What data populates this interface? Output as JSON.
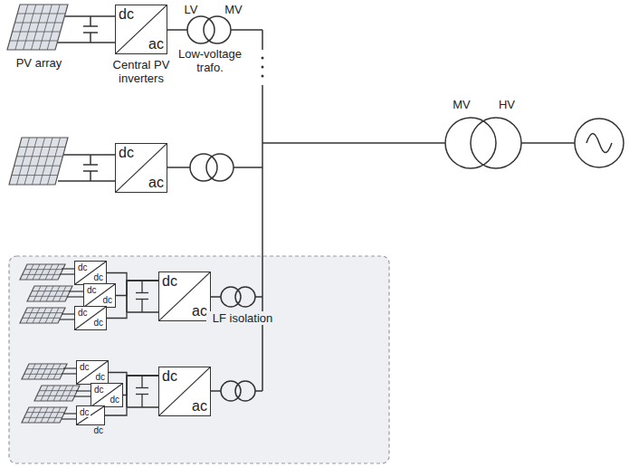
{
  "diagram": {
    "nodes": [
      {
        "text": [
          "dc",
          "ac"
        ]
      },
      {
        "text": [
          "dc",
          "ac"
        ]
      },
      {
        "text": [
          "dc",
          "dc"
        ]
      },
      {
        "text": [
          "dc",
          "dc"
        ]
      },
      {
        "text": [
          "dc",
          "dc"
        ]
      },
      {
        "text": [
          "dc",
          "ac"
        ]
      },
      {
        "text": [
          "dc",
          "dc"
        ]
      },
      {
        "text": [
          "dc",
          "dc"
        ]
      },
      {
        "text": [
          "dc",
          "dc"
        ]
      },
      {
        "text": [
          "dc",
          "ac"
        ]
      }
    ],
    "edges": [
      {
        "from": 2,
        "to": 5,
        "arrow": "none"
      },
      {
        "from": 3,
        "to": 5,
        "arrow": "none"
      },
      {
        "from": 4,
        "to": 5,
        "arrow": "none"
      },
      {
        "from": 6,
        "to": 9,
        "arrow": "none"
      },
      {
        "from": 7,
        "to": 9,
        "arrow": "none"
      },
      {
        "from": 8,
        "to": 9,
        "arrow": "none"
      }
    ],
    "labels": [
      "PV array",
      "Central PV inverters",
      "LV",
      "MV",
      "Low-voltage trafo.",
      "MV",
      "HV",
      "LF isolation"
    ]
  }
}
